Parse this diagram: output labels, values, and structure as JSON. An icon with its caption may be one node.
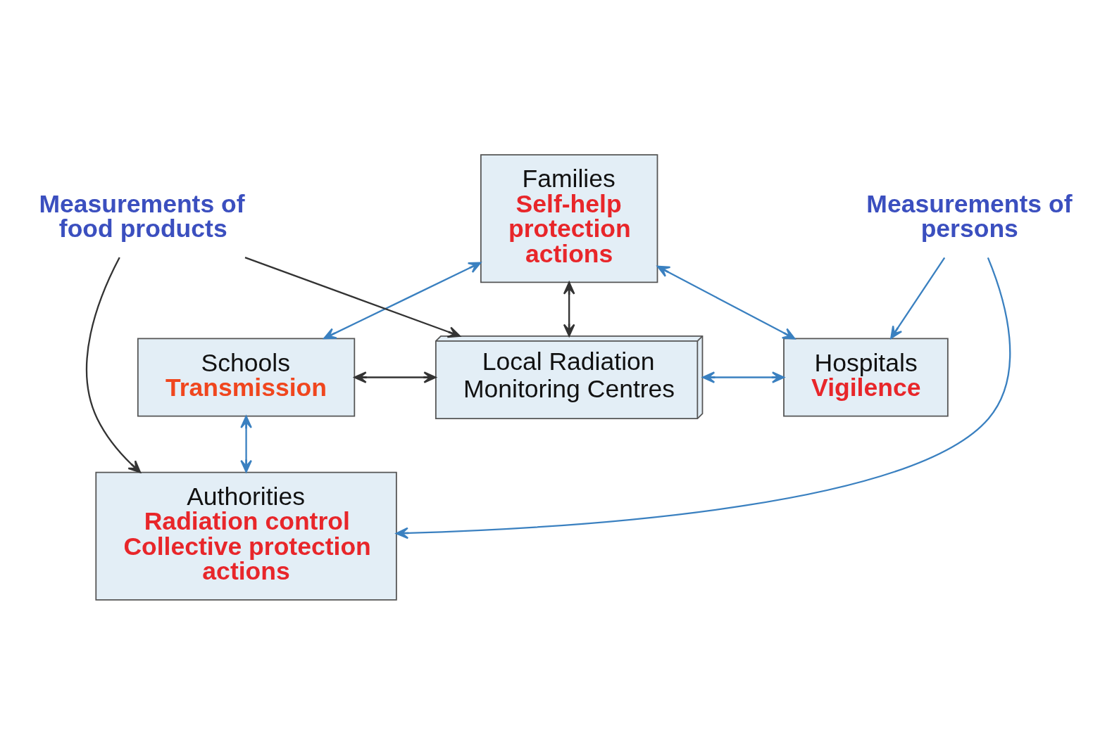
{
  "diagram": {
    "nodes": [
      {
        "text": [
          "Families",
          "Self-help protection actions"
        ]
      },
      {
        "text": [
          "Schools",
          "Transmission"
        ]
      },
      {
        "text": [
          "Local Radiation Monitoring Centres"
        ]
      },
      {
        "text": [
          "Hospitals",
          "Vigilence"
        ]
      },
      {
        "text": [
          "Authorities",
          "Radiation control",
          "Collective protection actions"
        ]
      },
      {
        "text": [
          "Measurements of food products"
        ]
      },
      {
        "text": [
          "Measurements of persons"
        ]
      }
    ],
    "edges": [
      {
        "from": 0,
        "to": 1,
        "arrow": "both"
      },
      {
        "from": 0,
        "to": 3,
        "arrow": "both"
      },
      {
        "from": 0,
        "to": 2,
        "arrow": "both",
        "color": "#333333"
      },
      {
        "from": 1,
        "to": 2,
        "arrow": "both",
        "color": "#333333"
      },
      {
        "from": 2,
        "to": 3,
        "arrow": "both"
      },
      {
        "from": 1,
        "to": 4,
        "arrow": "both"
      },
      {
        "from": 5,
        "to": 2,
        "arrow": "to",
        "color": "#333333"
      },
      {
        "from": 5,
        "to": 4,
        "arrow": "to",
        "color": "#333333"
      },
      {
        "from": 6,
        "to": 3,
        "arrow": "to"
      },
      {
        "from": 6,
        "to": 4,
        "arrow": "to"
      }
    ]
  }
}
